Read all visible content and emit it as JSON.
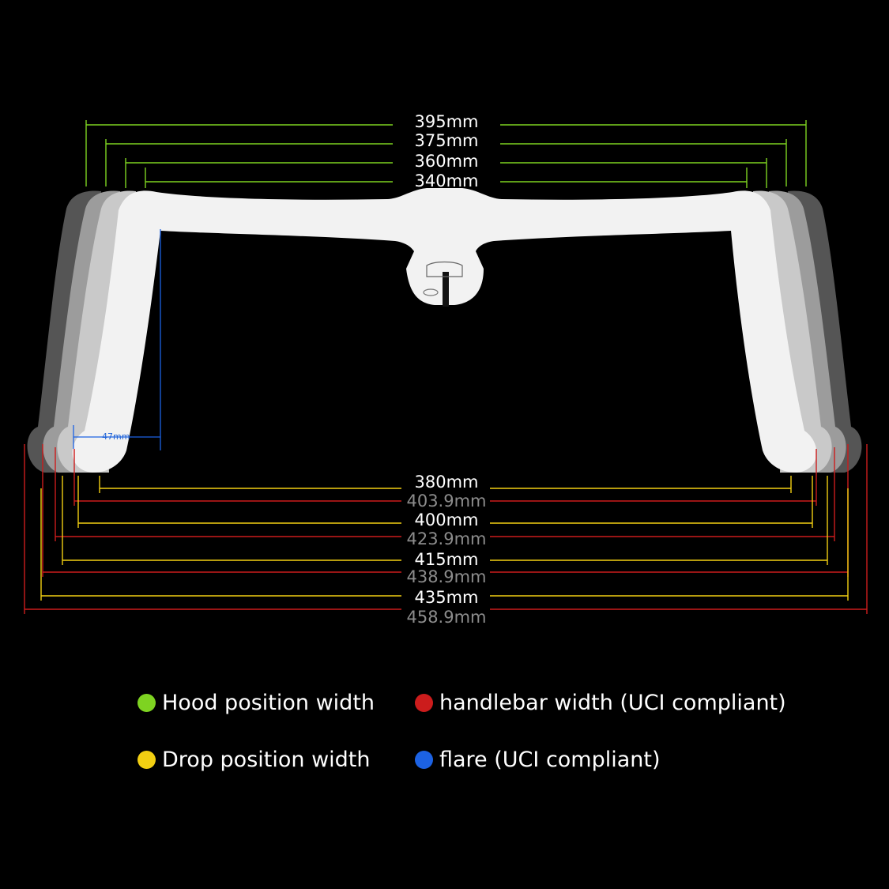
{
  "colors": {
    "background": "#000000",
    "hood": "#7ed321",
    "drop": "#f2cf12",
    "handlebar": "#cc1c1c",
    "flare": "#1c62e3",
    "handlebar_main": "#f2f2f2",
    "handlebar_shade_1": "#c9c9c9",
    "handlebar_shade_2": "#9c9c9c",
    "handlebar_shade_3": "#555555",
    "uci_text": "#8c8c8c"
  },
  "hood_widths": [
    "395mm",
    "375mm",
    "360mm",
    "340mm"
  ],
  "bottom_widths": [
    {
      "label": "380mm",
      "kind": "drop"
    },
    {
      "label": "403.9mm",
      "kind": "handlebar"
    },
    {
      "label": "400mm",
      "kind": "drop"
    },
    {
      "label": "423.9mm",
      "kind": "handlebar"
    },
    {
      "label": "415mm",
      "kind": "drop"
    },
    {
      "label": "438.9mm",
      "kind": "handlebar"
    },
    {
      "label": "435mm",
      "kind": "drop"
    },
    {
      "label": "458.9mm",
      "kind": "handlebar"
    }
  ],
  "flare_label": "47mm",
  "legend": [
    {
      "label": "Hood position width",
      "color": "#7ed321"
    },
    {
      "label": "handlebar width (UCI compliant)",
      "color": "#cc1c1c"
    },
    {
      "label": "Drop position width",
      "color": "#f2cf12"
    },
    {
      "label": "flare (UCI compliant)",
      "color": "#1c62e3"
    }
  ]
}
